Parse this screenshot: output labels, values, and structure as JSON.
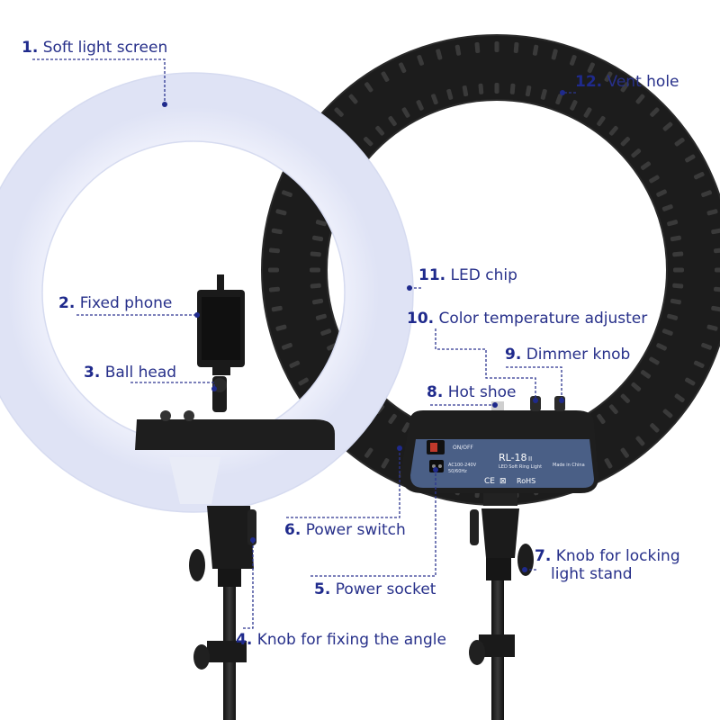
{
  "labels": [
    {
      "id": "l1",
      "num": "1.",
      "text": "Soft light screen"
    },
    {
      "id": "l2",
      "num": "2.",
      "text": "Fixed phone"
    },
    {
      "id": "l3",
      "num": "3.",
      "text": "Ball head"
    },
    {
      "id": "l4",
      "num": "4.",
      "text": "Knob for fixing the angle"
    },
    {
      "id": "l5",
      "num": "5.",
      "text": "Power socket"
    },
    {
      "id": "l6",
      "num": "6.",
      "text": "Power switch"
    },
    {
      "id": "l7",
      "num": "7.",
      "text": "Knob for locking",
      "text2": "light stand"
    },
    {
      "id": "l8",
      "num": "8.",
      "text": "Hot shoe"
    },
    {
      "id": "l9",
      "num": "9.",
      "text": "Dimmer knob"
    },
    {
      "id": "l10",
      "num": "10.",
      "text": "Color temperature adjuster"
    },
    {
      "id": "l11",
      "num": "11.",
      "text": "LED chip"
    },
    {
      "id": "l12",
      "num": "12.",
      "text": "Vent hole"
    }
  ],
  "panel": {
    "model": "RL-18",
    "model_suffix": "II",
    "subtitle": "LED Soft Ring Light",
    "switch_label": "ON/OFF",
    "power_spec_1": "AC100-240V",
    "power_spec_2": "50/60Hz",
    "origin": "Made in China",
    "marks": "CE",
    "rohs": "RoHS"
  },
  "colors": {
    "label_text": "#27308a",
    "leader_line": "#2d3590",
    "ring_light": "#eef0fb",
    "ring_dark": "#1c1c1c",
    "panel_blue": "#4a5f86"
  }
}
